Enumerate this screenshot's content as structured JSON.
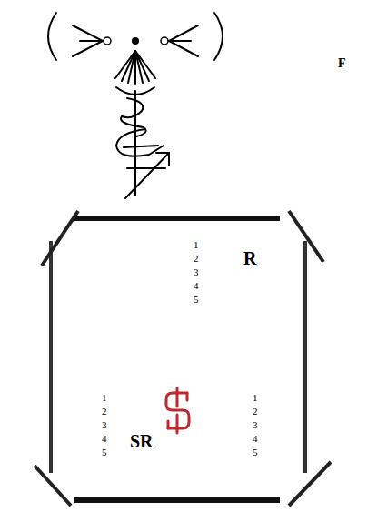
{
  "diagram": {
    "nodes": [
      {
        "text": [
          "1 2 3 4 5",
          "R",
          "1 2 3 4 5",
          "SR",
          "1 2 3 4 5"
        ]
      }
    ],
    "labels": [
      "F"
    ]
  }
}
